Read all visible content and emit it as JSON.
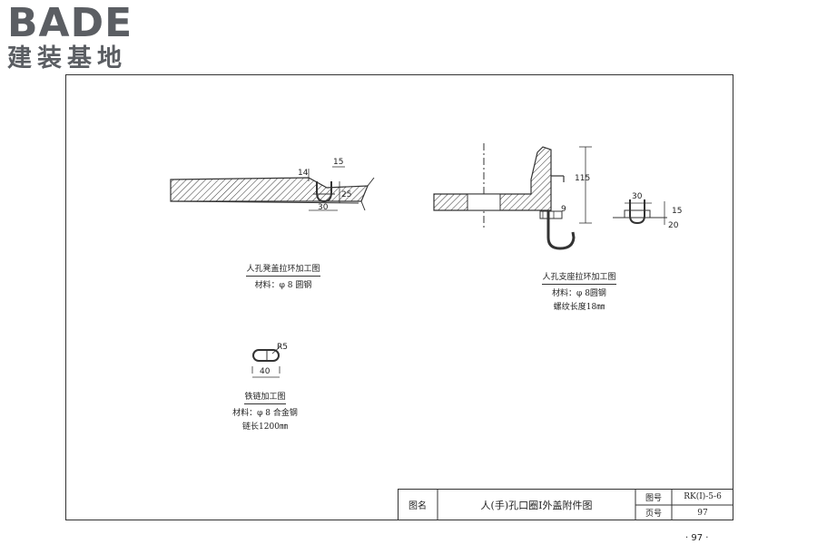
{
  "logo": {
    "main": "BADE",
    "sub": "建装基地"
  },
  "drawings": {
    "cover_pull_ring": {
      "title": "人孔凳盖拉环加工图",
      "material": "材料：φ 8 圆钢",
      "dims": {
        "d14": "14",
        "d15": "15",
        "d25": "25",
        "d30": "30"
      }
    },
    "seat_pull_ring": {
      "title": "人孔支座拉环加工图",
      "material": "材料：φ 8圆钢",
      "note": "螺纹长度18㎜",
      "dims": {
        "d115": "115",
        "d9": "9",
        "d30": "30",
        "d20": "20",
        "d15": "15"
      }
    },
    "chain": {
      "title": "铁链加工图",
      "material": "材料：φ 8 合金钢",
      "note": "链长1200㎜",
      "dims": {
        "r5": "R5",
        "d40": "40"
      }
    }
  },
  "title_block": {
    "name_label": "图名",
    "name": "人(手)孔口圈I外盖附件图",
    "drawing_no_label": "图号",
    "drawing_no": "RK(I)-5-6",
    "page_label": "页号",
    "page": "97"
  },
  "page_number": "· 97 ·"
}
